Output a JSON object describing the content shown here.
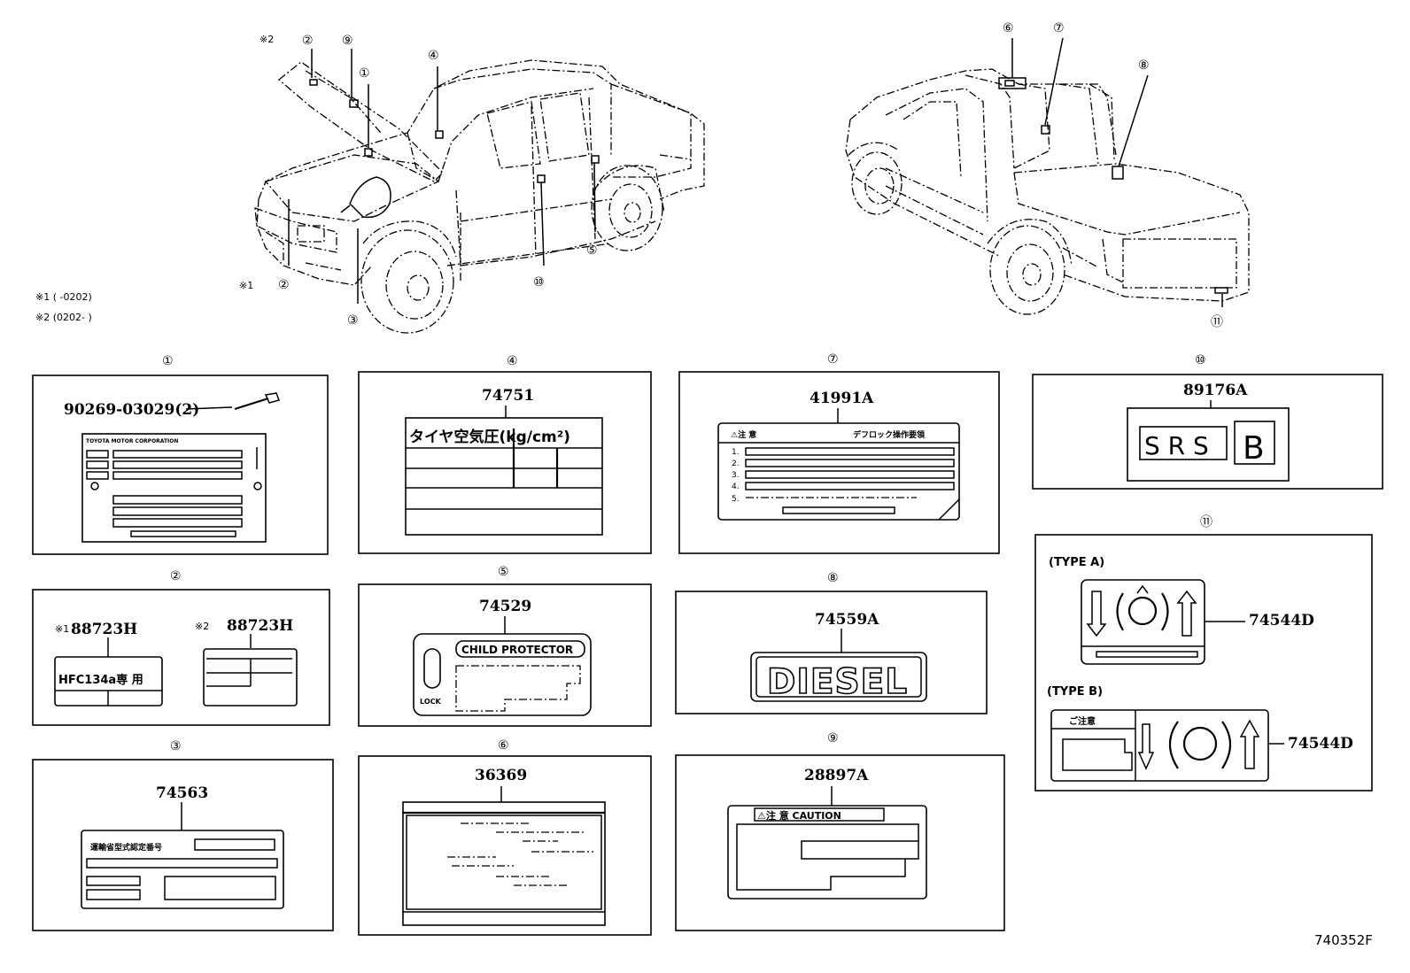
{
  "footnotes": {
    "note1": "※1 (      -0202)",
    "note2": "※2 (0202-      )",
    "mark1": "※1",
    "mark2": "※2"
  },
  "callouts": [
    "①",
    "②",
    "③",
    "④",
    "⑤",
    "⑥",
    "⑦",
    "⑧",
    "⑨",
    "⑩",
    "⑪"
  ],
  "panels": {
    "p1": {
      "callout": "①",
      "part": "90269-03029(2)",
      "plate": "TOYOTA MOTOR CORPORATION"
    },
    "p2": {
      "callout": "②",
      "left_mark": "※1",
      "left_part": "88723H",
      "right_mark": "※2",
      "right_part": "88723H",
      "label_text": "HFC134a専 用"
    },
    "p3": {
      "callout": "③",
      "part": "74563",
      "label_text": "運輸省型式認定番号"
    },
    "p4": {
      "callout": "④",
      "part": "74751",
      "label_text": "タイヤ空気圧(kg/cm²)"
    },
    "p5": {
      "callout": "⑤",
      "part": "74529",
      "label_text": "CHILD PROTECTOR",
      "lock": "LOCK"
    },
    "p6": {
      "callout": "⑥",
      "part": "36369"
    },
    "p7": {
      "callout": "⑦",
      "part": "41991A",
      "head_left": "⚠注 意",
      "head_right": "デフロック操作要領",
      "rows": [
        "1.",
        "2.",
        "3.",
        "4.",
        "5."
      ]
    },
    "p8": {
      "callout": "⑧",
      "part": "74559A",
      "label_text": "DIESEL"
    },
    "p9": {
      "callout": "⑨",
      "part": "28897A",
      "label_text": "⚠注 意 CAUTION"
    },
    "p10": {
      "callout": "⑩",
      "part": "89176A",
      "srs": "S R S",
      "letter": "B"
    },
    "p11": {
      "callout": "⑪",
      "type_a": "(TYPE  A)",
      "type_b": "(TYPE  B)",
      "part_a": "74544D",
      "part_b": "74544D",
      "b_head": "ご注意"
    }
  },
  "figure_code": "740352F"
}
